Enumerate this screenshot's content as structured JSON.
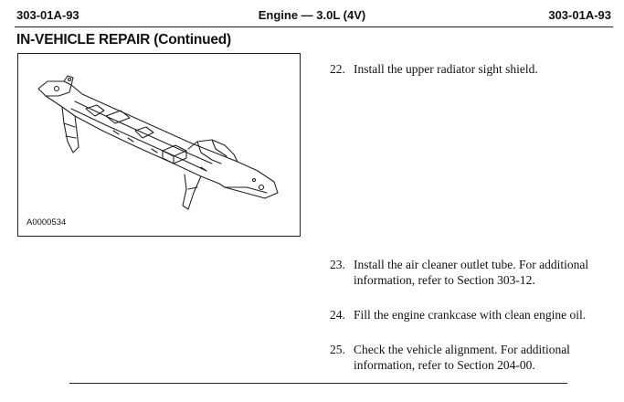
{
  "header": {
    "left_code": "303-01A-93",
    "title": "Engine — 3.0L (4V)",
    "right_code": "303-01A-93"
  },
  "section": {
    "title": "IN-VEHICLE REPAIR (Continued)"
  },
  "figure": {
    "label": "A0000534",
    "depicts": "upper-radiator-sight-shield"
  },
  "steps": [
    {
      "num": "22.",
      "text": "Install the upper radiator sight shield."
    },
    {
      "num": "23.",
      "text": "Install the air cleaner outlet tube. For additional information, refer to  Section 303-12."
    },
    {
      "num": "24.",
      "text": "Fill the engine crankcase with clean engine oil."
    },
    {
      "num": "25.",
      "text": "Check the vehicle alignment. For additional information, refer to  Section 204-00."
    }
  ]
}
